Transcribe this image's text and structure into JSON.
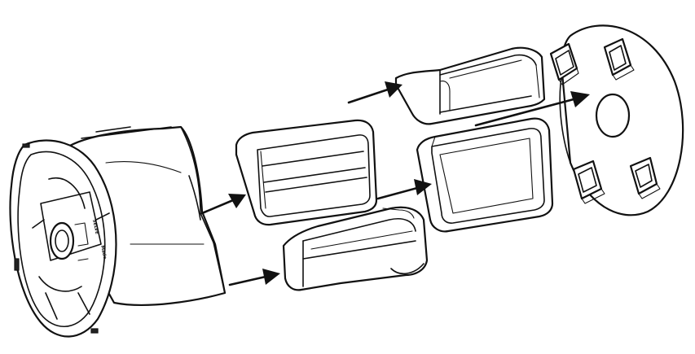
{
  "diagram": {
    "parts": [
      {
        "id": "main-adapter-body",
        "label": ""
      },
      {
        "id": "center-block-insert",
        "label": ""
      },
      {
        "id": "bottom-wedge-insert",
        "label": ""
      },
      {
        "id": "top-wedge-insert",
        "label": ""
      },
      {
        "id": "tapered-block-insert",
        "label": ""
      },
      {
        "id": "end-disc-plate",
        "label": ""
      }
    ],
    "body_marking_1": "SELVE",
    "body_marking_2": "Made",
    "arrow_count": 5
  },
  "colors": {
    "line": "#111111",
    "fill": "#ffffff"
  }
}
